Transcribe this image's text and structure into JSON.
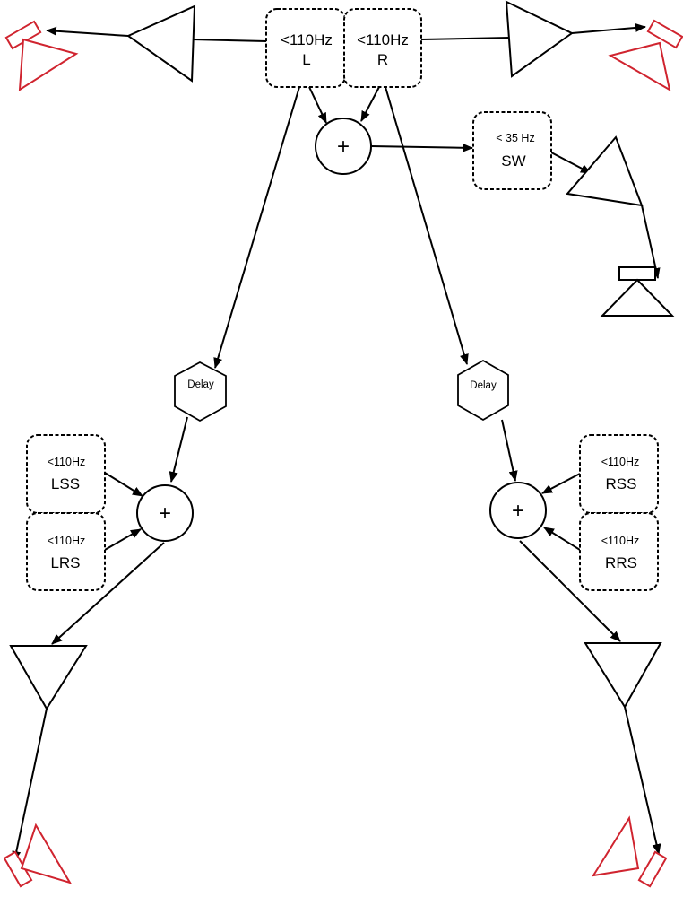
{
  "colors": {
    "line": "#000000",
    "speaker_red": "#d0242f",
    "speaker_black": "#000000"
  },
  "filters": {
    "front_left": {
      "freq": "<110Hz",
      "channel": "L"
    },
    "front_right": {
      "freq": "<110Hz",
      "channel": "R"
    },
    "subwoofer": {
      "freq": "< 35 Hz",
      "channel": "SW"
    },
    "left_side": {
      "freq": "<110Hz",
      "channel": "LSS"
    },
    "left_rear": {
      "freq": "<110Hz",
      "channel": "LRS"
    },
    "right_side": {
      "freq": "<110Hz",
      "channel": "RSS"
    },
    "right_rear": {
      "freq": "<110Hz",
      "channel": "RRS"
    }
  },
  "delays": {
    "left": "Delay",
    "right": "Delay"
  },
  "summers": {
    "top": "+",
    "left": "+",
    "right": "+"
  }
}
